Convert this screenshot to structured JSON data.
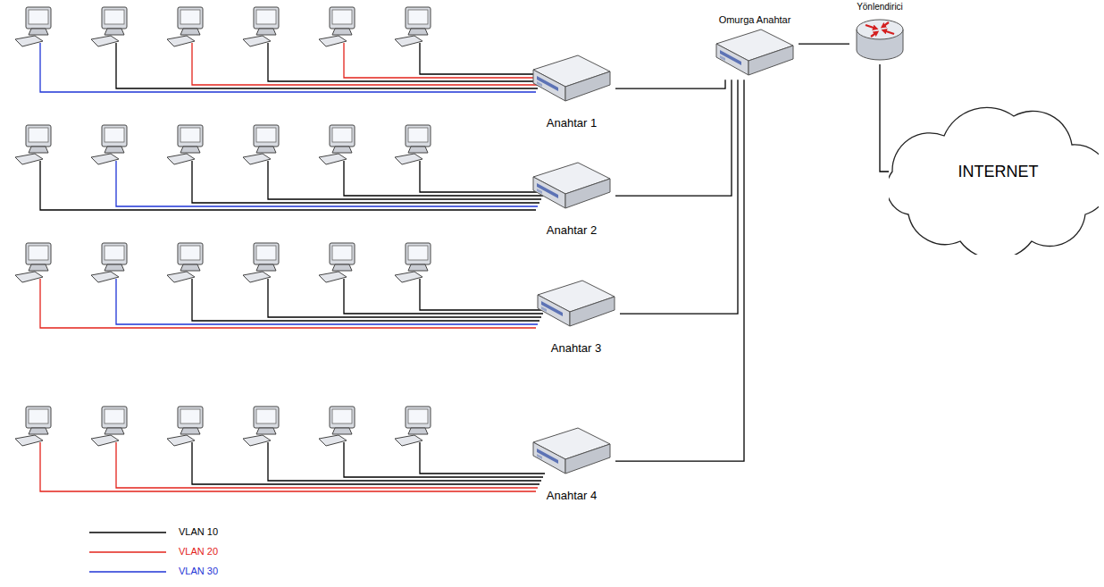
{
  "diagram": {
    "nodes": [
      {
        "text": [
          "Anahtar 1"
        ]
      },
      {
        "text": [
          "Anahtar 2"
        ]
      },
      {
        "text": [
          "Anahtar 3"
        ]
      },
      {
        "text": [
          "Anahtar 4"
        ]
      },
      {
        "text": [
          "Omurga Anahtar"
        ]
      },
      {
        "text": [
          "Yönlendirici"
        ]
      },
      {
        "text": [
          "INTERNET"
        ]
      }
    ],
    "edges": [
      {
        "from": 0,
        "to": 4,
        "arrow": "none"
      },
      {
        "from": 1,
        "to": 4,
        "arrow": "none"
      },
      {
        "from": 2,
        "to": 4,
        "arrow": "none"
      },
      {
        "from": 3,
        "to": 4,
        "arrow": "none"
      },
      {
        "from": 4,
        "to": 5,
        "arrow": "none"
      },
      {
        "from": 5,
        "to": 6,
        "arrow": "none"
      }
    ],
    "legend": [
      {
        "text": "VLAN 10"
      },
      {
        "text": "VLAN 20"
      },
      {
        "text": "VLAN 30"
      }
    ]
  }
}
